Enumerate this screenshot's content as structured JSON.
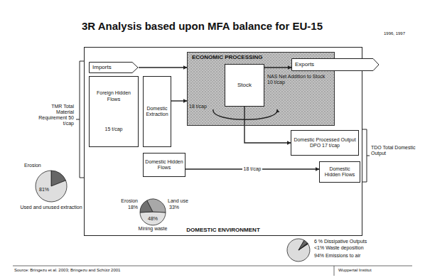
{
  "diagram": {
    "title": "3R Analysis based upon MFA balance for EU-15",
    "nodes": [
      {
        "text": [
          "DOMESTIC ENVIRONMENT"
        ]
      },
      {
        "text": [
          "Imports"
        ],
        "in": 0
      },
      {
        "text": [
          "ECONOMIC PROCESSING"
        ],
        "in": 0
      },
      {
        "text": [
          "Stock"
        ],
        "in": 2
      },
      {
        "text": [
          "Exports"
        ]
      },
      {
        "text": [
          "Foreign Hidden Flows",
          "15 t/cap"
        ],
        "in": 0
      },
      {
        "text": [
          "Domestic Extraction"
        ],
        "in": 0
      },
      {
        "text": [
          "Domestic Processed Output DPO 17 t/cap"
        ],
        "in": 0
      },
      {
        "text": [
          "Domestic Hidden Flows"
        ],
        "in": 0
      },
      {
        "text": [
          "Domestic Hidden Flows"
        ],
        "in": 0
      }
    ],
    "edges": [
      {
        "from": 1,
        "to": 2,
        "arrow": "to"
      },
      {
        "from": 6,
        "to": 2,
        "arrow": "to"
      },
      {
        "from": 3,
        "to": 4,
        "arrow": "to"
      },
      {
        "from": 3,
        "to": 7,
        "arrow": "to"
      },
      {
        "from": 8,
        "to": 9,
        "label": "18 t/cap",
        "arrow": "to"
      }
    ],
    "labels": [
      "1996, 1997",
      "18 t/cap",
      "NAS Net Addition to Stock 10 t/cap",
      "TMR Total Material Requirement 50 t/cap",
      "TDO Total Domestic Output",
      "Erosion",
      "81%",
      "Used and unused extraction",
      "Erosion",
      "Land use",
      "18%",
      "33%",
      "48%",
      "Mining waste",
      "6 % Dissipative Outputs",
      "<1% Waste deposition",
      "94% Emissions to air",
      "Source: Bringezu et al. 2003; Bringezu and Schütz 2001",
      "Wuppertal Institut"
    ]
  }
}
